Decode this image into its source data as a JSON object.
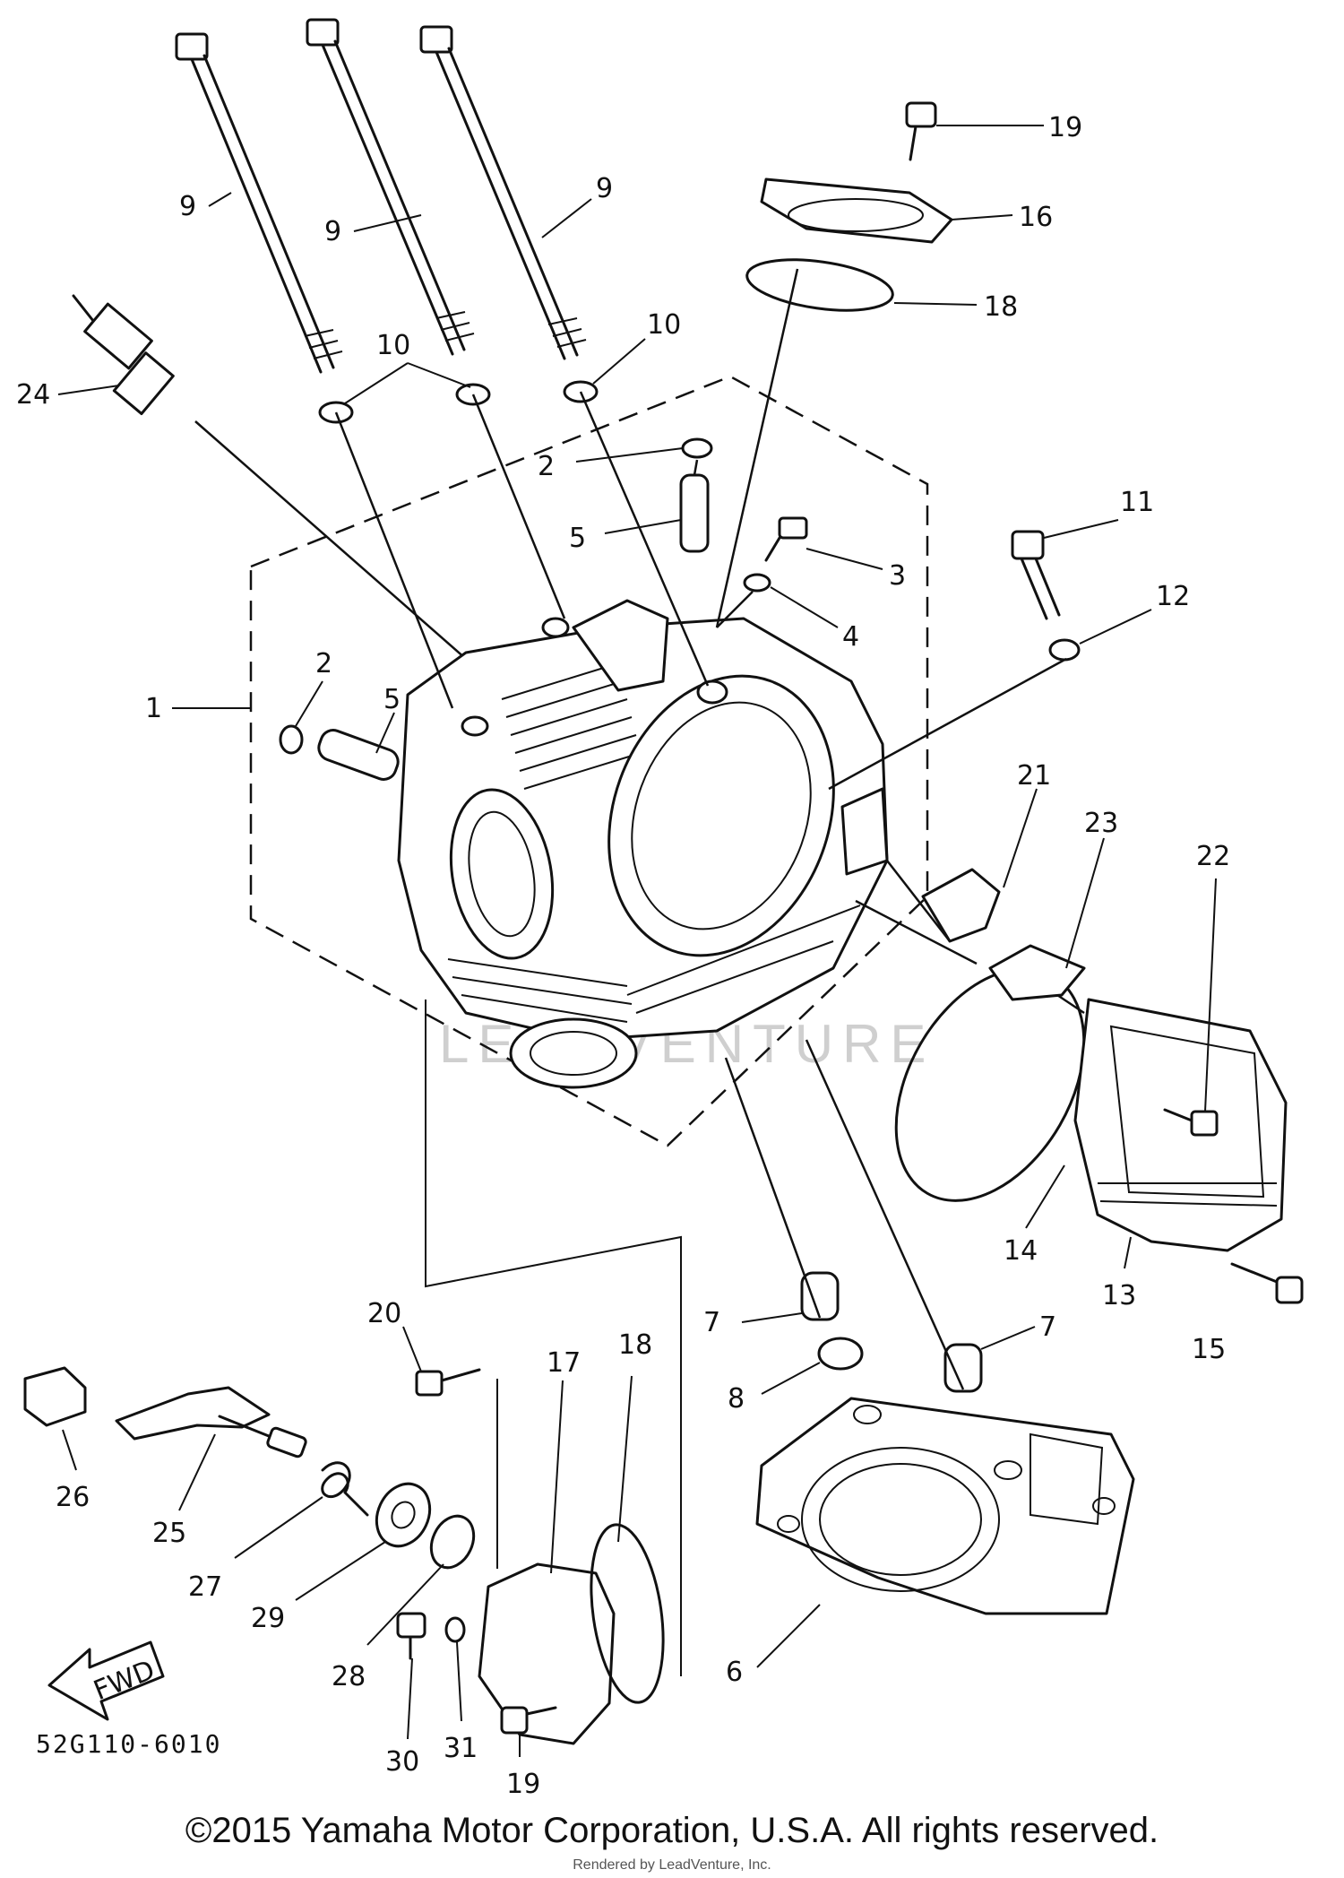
{
  "diagram_code": "52G110-6010",
  "fwd_label": "FWD",
  "watermark": "LEADVENTURE",
  "copyright": "©2015 Yamaha Motor Corporation, U.S.A. All rights reserved.",
  "rendered_by": "Rendered by LeadVenture, Inc.",
  "callouts": [
    "9",
    "9",
    "9",
    "24",
    "10",
    "10",
    "19",
    "16",
    "18",
    "2",
    "5",
    "3",
    "4",
    "11",
    "12",
    "1",
    "2",
    "5",
    "21",
    "23",
    "22",
    "14",
    "13",
    "15",
    "7",
    "7",
    "8",
    "20",
    "17",
    "18",
    "26",
    "25",
    "27",
    "29",
    "28",
    "6",
    "30",
    "31",
    "19"
  ]
}
